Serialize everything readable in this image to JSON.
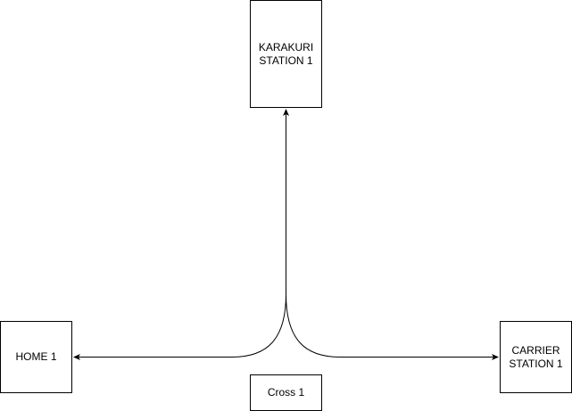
{
  "diagram": {
    "nodes": {
      "karakuri": {
        "label": "KARAKURI\nSTATION 1"
      },
      "home": {
        "label": "HOME 1"
      },
      "carrier": {
        "label": "CARRIER\nSTATION 1"
      },
      "cross": {
        "label": "Cross 1"
      }
    },
    "connections": [
      {
        "from": "cross",
        "to": "karakuri",
        "arrow": "end"
      },
      {
        "from": "cross",
        "to": "home",
        "arrow": "end"
      },
      {
        "from": "cross",
        "to": "carrier",
        "arrow": "end"
      }
    ],
    "colors": {
      "stroke": "#000000",
      "fill": "#ffffff"
    }
  }
}
